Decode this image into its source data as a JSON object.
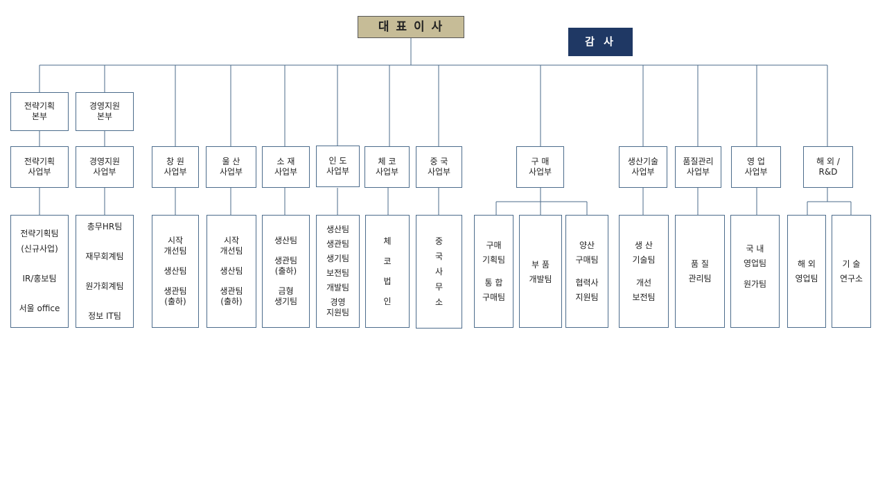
{
  "ceo": "대 표 이 사",
  "audit": "감  사",
  "hq": [
    "전략기획\n본부",
    "경영지원\n본부"
  ],
  "divisions": [
    "전략기획\n사업부",
    "경영지원\n사업부",
    "창 원\n사업부",
    "울 산\n사업부",
    "소 재\n사업부",
    "인 도\n사업부",
    "체 코\n사업부",
    "중 국\n사업부",
    "구 매\n사업부",
    "생산기술\n사업부",
    "품질관리\n사업부",
    "영 업\n사업부",
    "해 외 /\nR&D"
  ],
  "teams": {
    "strategy": [
      "전략기획팀",
      "(신규사업)",
      "",
      "IR/홍보팀",
      "",
      "서울 office"
    ],
    "management": [
      "총무HR팀",
      "",
      "재무회계팀",
      "",
      "원가회계팀",
      "",
      "정보 IT팀"
    ],
    "changwon": [
      "시작\n개선팀",
      "",
      "생산팀",
      "",
      "생관팀\n(출하)"
    ],
    "ulsan": [
      "시작\n개선팀",
      "",
      "생산팀",
      "",
      "생관팀\n(출하)"
    ],
    "materials": [
      "생산팀",
      "",
      "생관팀\n(출하)",
      "",
      "금형\n생기팀"
    ],
    "india": [
      "생산팀",
      "생관팀",
      "생기팀",
      "보전팀",
      "개발팀",
      "경영\n지원팀"
    ],
    "czech": [
      "체",
      "",
      "코",
      "",
      "법",
      "",
      "인"
    ],
    "china": [
      "중",
      "",
      "국",
      "",
      "사",
      "",
      "무",
      "",
      "소"
    ],
    "purchase_plan": [
      "구매\n기획팀",
      "",
      "통 합\n구매팀"
    ],
    "purchase_parts": [
      "부 품\n개발팀"
    ],
    "purchase_mass": [
      "양산\n구매팀",
      "",
      "협력사\n지원팀"
    ],
    "prodtech": [
      "생 산\n기술팀",
      "",
      "개선\n보전팀"
    ],
    "quality": [
      "품 질\n관리팀"
    ],
    "sales": [
      "국 내\n영업팀",
      "",
      "원가팀"
    ],
    "overseas_sales": [
      "해 외\n영업팀"
    ],
    "research": [
      "기 술\n연구소"
    ]
  }
}
